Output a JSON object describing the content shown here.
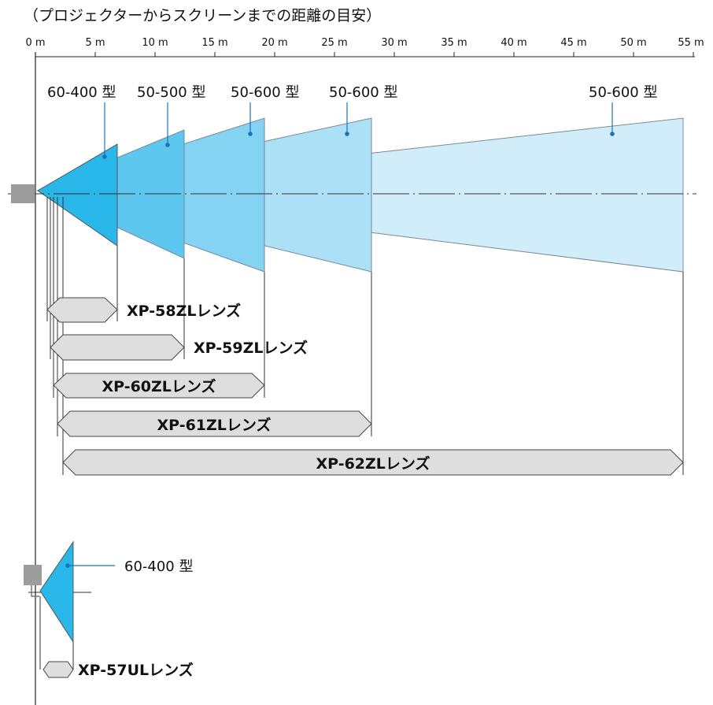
{
  "title": "（プロジェクターからスクリーンまでの距離の目安）",
  "axis": {
    "unit": "m",
    "ticks": [
      "0 m",
      "5 m",
      "10 m",
      "15 m",
      "20 m",
      "25 m",
      "30 m",
      "35 m",
      "40 m",
      "45 m",
      "50 m",
      "55 m"
    ]
  },
  "colors": {
    "beam_shades": [
      "#29b6e8",
      "#5dc7ef",
      "#84d3f3",
      "#abe0f6",
      "#d1edfa"
    ],
    "lens_bar": "#dedede",
    "projector": "#9c9c9c",
    "leader": "#1a73b8"
  },
  "screen_sizes": [
    {
      "label": "60-400 型",
      "lens": "XP-58ZLレンズ"
    },
    {
      "label": "50-500 型",
      "lens": "XP-59ZLレンズ"
    },
    {
      "label": "50-600 型",
      "lens": "XP-60ZLレンズ"
    },
    {
      "label": "50-600 型",
      "lens": "XP-61ZLレンズ"
    },
    {
      "label": "50-600 型",
      "lens": "XP-62ZLレンズ"
    }
  ],
  "lenses": [
    {
      "name": "XP-58ZLレンズ",
      "range_m": [
        0.8,
        6.8
      ]
    },
    {
      "name": "XP-59ZLレンズ",
      "range_m": [
        1.0,
        12.4
      ]
    },
    {
      "name": "XP-60ZLレンズ",
      "range_m": [
        1.3,
        19.2
      ]
    },
    {
      "name": "XP-61ZLレンズ",
      "range_m": [
        1.6,
        28.0
      ]
    },
    {
      "name": "XP-62ZLレンズ",
      "range_m": [
        2.2,
        53.9
      ]
    }
  ],
  "ultra_short": {
    "size_label": "60-400 型",
    "lens_name": "XP-57ULレンズ"
  }
}
